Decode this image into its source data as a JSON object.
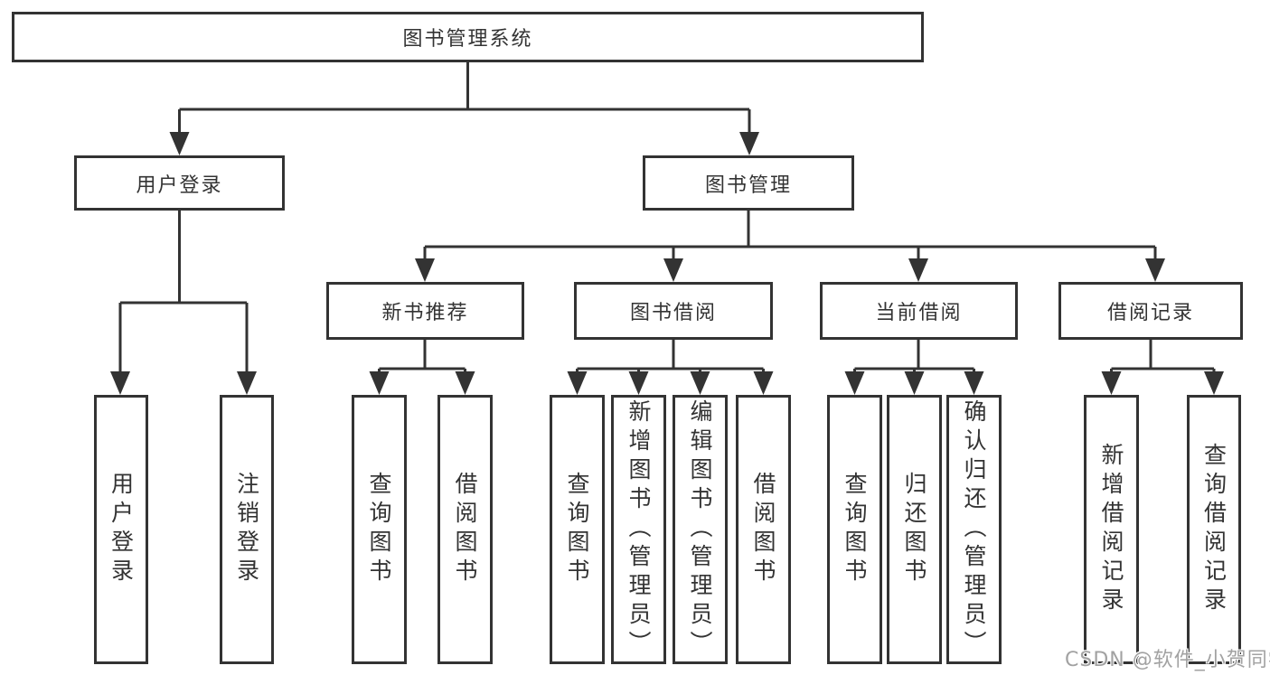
{
  "diagram": {
    "type": "hierarchy-tree",
    "nodes": [
      {
        "id": "root",
        "label": "图书管理系统",
        "parent": null
      },
      {
        "id": "user-login",
        "label": "用户登录",
        "parent": "root"
      },
      {
        "id": "book-management",
        "label": "图书管理",
        "parent": "root"
      },
      {
        "id": "user-login-action",
        "label": "用户登录",
        "parent": "user-login"
      },
      {
        "id": "logout-action",
        "label": "注销登录",
        "parent": "user-login"
      },
      {
        "id": "new-book-recommend",
        "label": "新书推荐",
        "parent": "book-management"
      },
      {
        "id": "book-borrow",
        "label": "图书借阅",
        "parent": "book-management"
      },
      {
        "id": "current-borrow",
        "label": "当前借阅",
        "parent": "book-management"
      },
      {
        "id": "borrow-records",
        "label": "借阅记录",
        "parent": "book-management"
      },
      {
        "id": "query-books-1",
        "label": "查询图书",
        "parent": "new-book-recommend"
      },
      {
        "id": "borrow-book-1",
        "label": "借阅图书",
        "parent": "new-book-recommend"
      },
      {
        "id": "query-books-2",
        "label": "查询图书",
        "parent": "book-borrow"
      },
      {
        "id": "add-book-admin",
        "label": "新增图书（管理员）",
        "parent": "book-borrow"
      },
      {
        "id": "edit-book-admin",
        "label": "编辑图书（管理员）",
        "parent": "book-borrow"
      },
      {
        "id": "borrow-book-2",
        "label": "借阅图书",
        "parent": "book-borrow"
      },
      {
        "id": "query-books-3",
        "label": "查询图书",
        "parent": "current-borrow"
      },
      {
        "id": "return-book",
        "label": "归还图书",
        "parent": "current-borrow"
      },
      {
        "id": "confirm-return-admin",
        "label": "确认归还（管理员）",
        "parent": "current-borrow"
      },
      {
        "id": "add-borrow-record",
        "label": "新增借阅记录",
        "parent": "borrow-records"
      },
      {
        "id": "query-borrow-record",
        "label": "查询借阅记录",
        "parent": "borrow-records"
      }
    ]
  },
  "watermark": "CSDN @软件_小贺同学",
  "colors": {
    "line": "#333333",
    "box_border": "#333333",
    "box_fill": "#ffffff",
    "text": "#333333",
    "watermark": "#a2a2a2"
  }
}
